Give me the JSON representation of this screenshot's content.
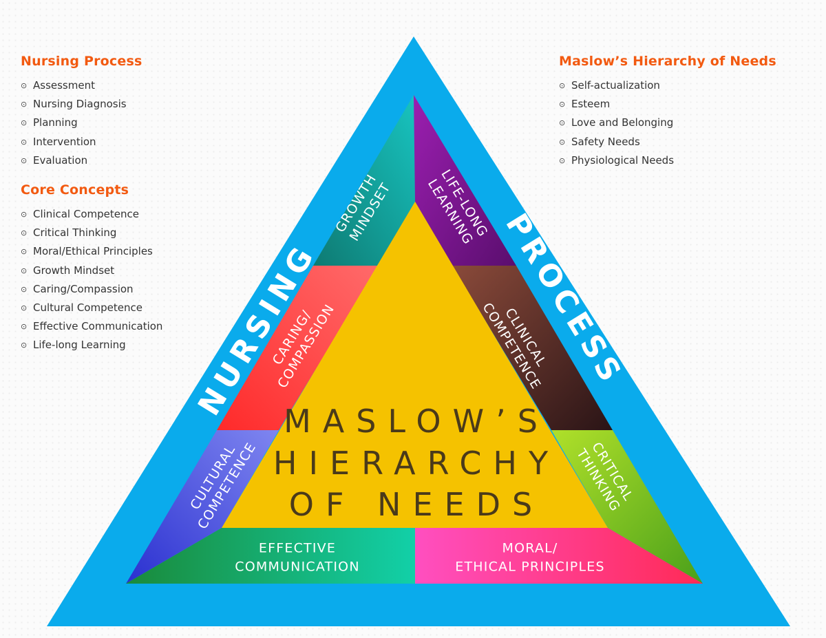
{
  "left_panel": {
    "nursing_process": {
      "title": "Nursing Process",
      "items": [
        "Assessment",
        "Nursing Diagnosis",
        "Planning",
        "Intervention",
        "Evaluation"
      ]
    },
    "core_concepts": {
      "title": "Core Concepts",
      "items": [
        "Clinical Competence",
        "Critical Thinking",
        "Moral/Ethical Principles",
        "Growth Mindset",
        "Caring/Compassion",
        "Cultural Competence",
        "Effective Communication",
        "Life-long Learning"
      ]
    }
  },
  "right_panel": {
    "maslow": {
      "title": "Maslow’s Hierarchy of Needs",
      "items": [
        "Self-actualization",
        "Esteem",
        "Love and Belonging",
        "Safety Needs",
        "Physiological Needs"
      ]
    }
  },
  "triangle": {
    "outer_left_word": "NURSING",
    "outer_right_word": "PROCESS",
    "center_title": [
      "MASLOW’S",
      "HIERARCHY",
      "OF NEEDS"
    ],
    "segments": {
      "growth_mindset": [
        "GROWTH",
        "MINDSET"
      ],
      "life_long_learning": [
        "LIFE-LONG",
        "LEARNING"
      ],
      "caring_compassion": [
        "CARING/",
        "COMPASSION"
      ],
      "clinical_competence": [
        "CLINICAL",
        "COMPETENCE"
      ],
      "cultural_competence": [
        "CULTURAL",
        "COMPETENCE"
      ],
      "critical_thinking": [
        "CRITICAL",
        "THINKING"
      ],
      "effective_communication": [
        "EFFECTIVE",
        "COMMUNICATION"
      ],
      "moral_ethical_principles": [
        "MORAL/",
        "ETHICAL PRINCIPLES"
      ]
    }
  },
  "colors": {
    "accent_orange": "#f25a11",
    "outer_blue": "#0aabec",
    "center_yellow": "#f5c200",
    "center_text": "#4a3a1a"
  }
}
